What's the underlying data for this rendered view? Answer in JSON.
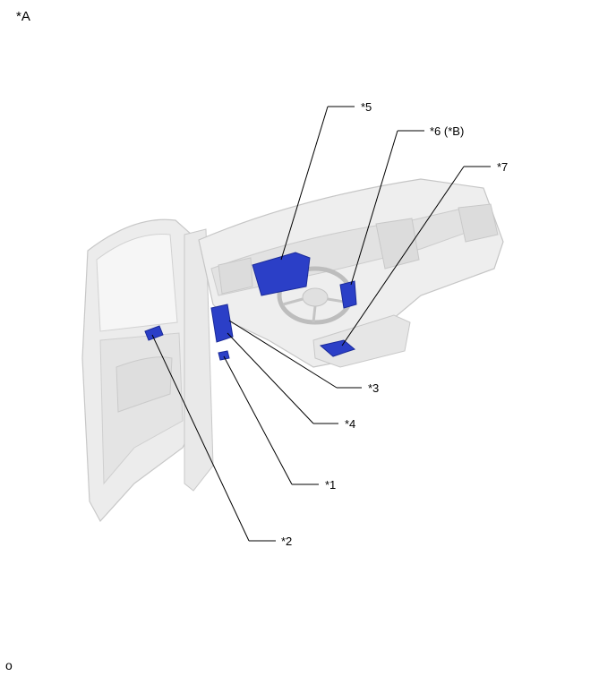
{
  "view_label": "*A",
  "footer_code": "o",
  "callouts": {
    "c1": "*1",
    "c2": "*2",
    "c3": "*3",
    "c4": "*4",
    "c5": "*5",
    "c6": "*6 (*B)",
    "c7": "*7"
  },
  "colors": {
    "part_highlight": "#2b3fc7",
    "interior_fill": "#ececec",
    "interior_line": "#c8c8c8"
  }
}
